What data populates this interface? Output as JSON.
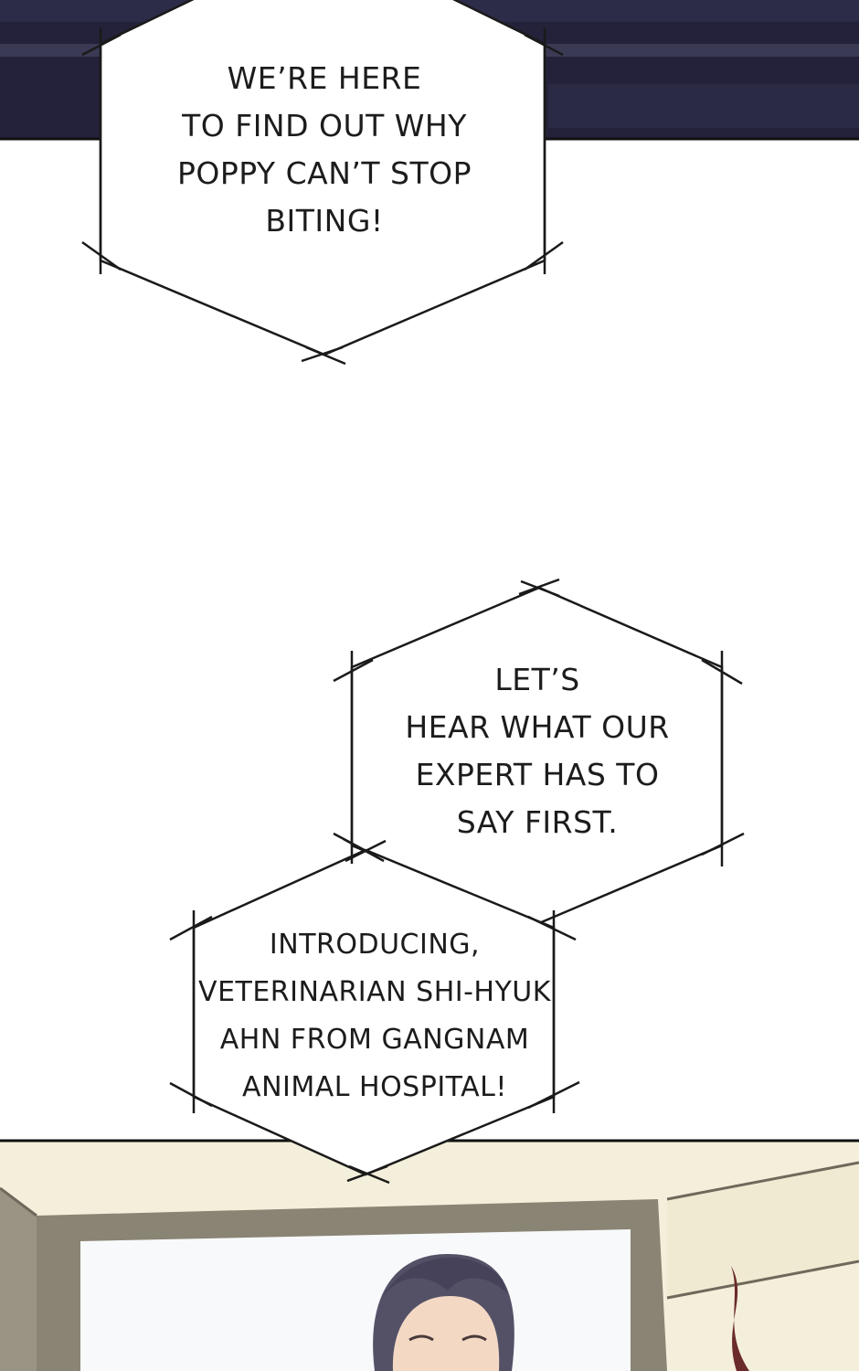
{
  "captions": [
    {
      "lines": [
        "WE’RE HERE",
        "TO FIND OUT WHY",
        "POPPY CAN’T STOP",
        "BITING!"
      ]
    },
    {
      "lines": [
        "LET’S",
        "HEAR WHAT OUR",
        "EXPERT HAS TO",
        "SAY FIRST."
      ]
    },
    {
      "lines": [
        "INTRODUCING,",
        "VETERINARIAN SHI-HYUK",
        "AHN FROM GANGNAM",
        "ANIMAL HOSPITAL!"
      ]
    }
  ],
  "colors": {
    "top_panel": "#23223a",
    "top_panel_light": "#3a3a55",
    "bottom_panel_bg": "#f4efda",
    "frame": "#7a7565",
    "frame_dark": "#5c584c",
    "hair": "#545167",
    "skin": "#f3d9c4",
    "tail": "#6b2b2b"
  }
}
